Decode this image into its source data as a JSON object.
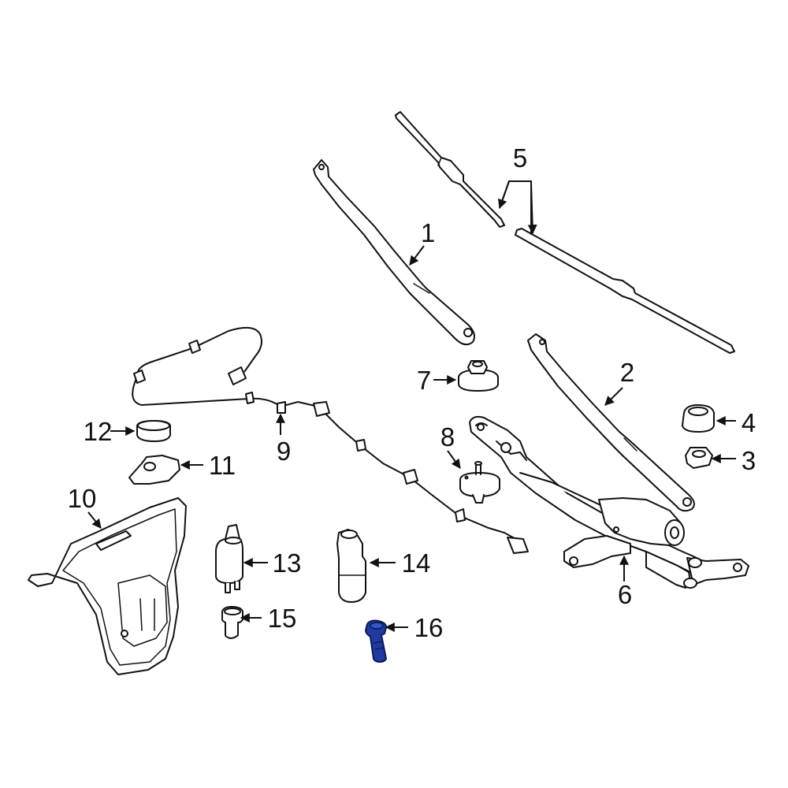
{
  "callouts": [
    {
      "id": "1",
      "text": "1"
    },
    {
      "id": "2",
      "text": "2"
    },
    {
      "id": "3",
      "text": "3"
    },
    {
      "id": "4",
      "text": "4"
    },
    {
      "id": "5",
      "text": "5"
    },
    {
      "id": "6",
      "text": "6"
    },
    {
      "id": "7",
      "text": "7"
    },
    {
      "id": "8",
      "text": "8"
    },
    {
      "id": "9",
      "text": "9"
    },
    {
      "id": "10",
      "text": "10"
    },
    {
      "id": "11",
      "text": "11"
    },
    {
      "id": "12",
      "text": "12"
    },
    {
      "id": "13",
      "text": "13"
    },
    {
      "id": "14",
      "text": "14"
    },
    {
      "id": "15",
      "text": "15"
    },
    {
      "id": "16",
      "text": "16"
    }
  ],
  "colors": {
    "outline": "#111111",
    "highlight": "#1f3aa0",
    "background": "#ffffff"
  },
  "highlighted_part": "16"
}
